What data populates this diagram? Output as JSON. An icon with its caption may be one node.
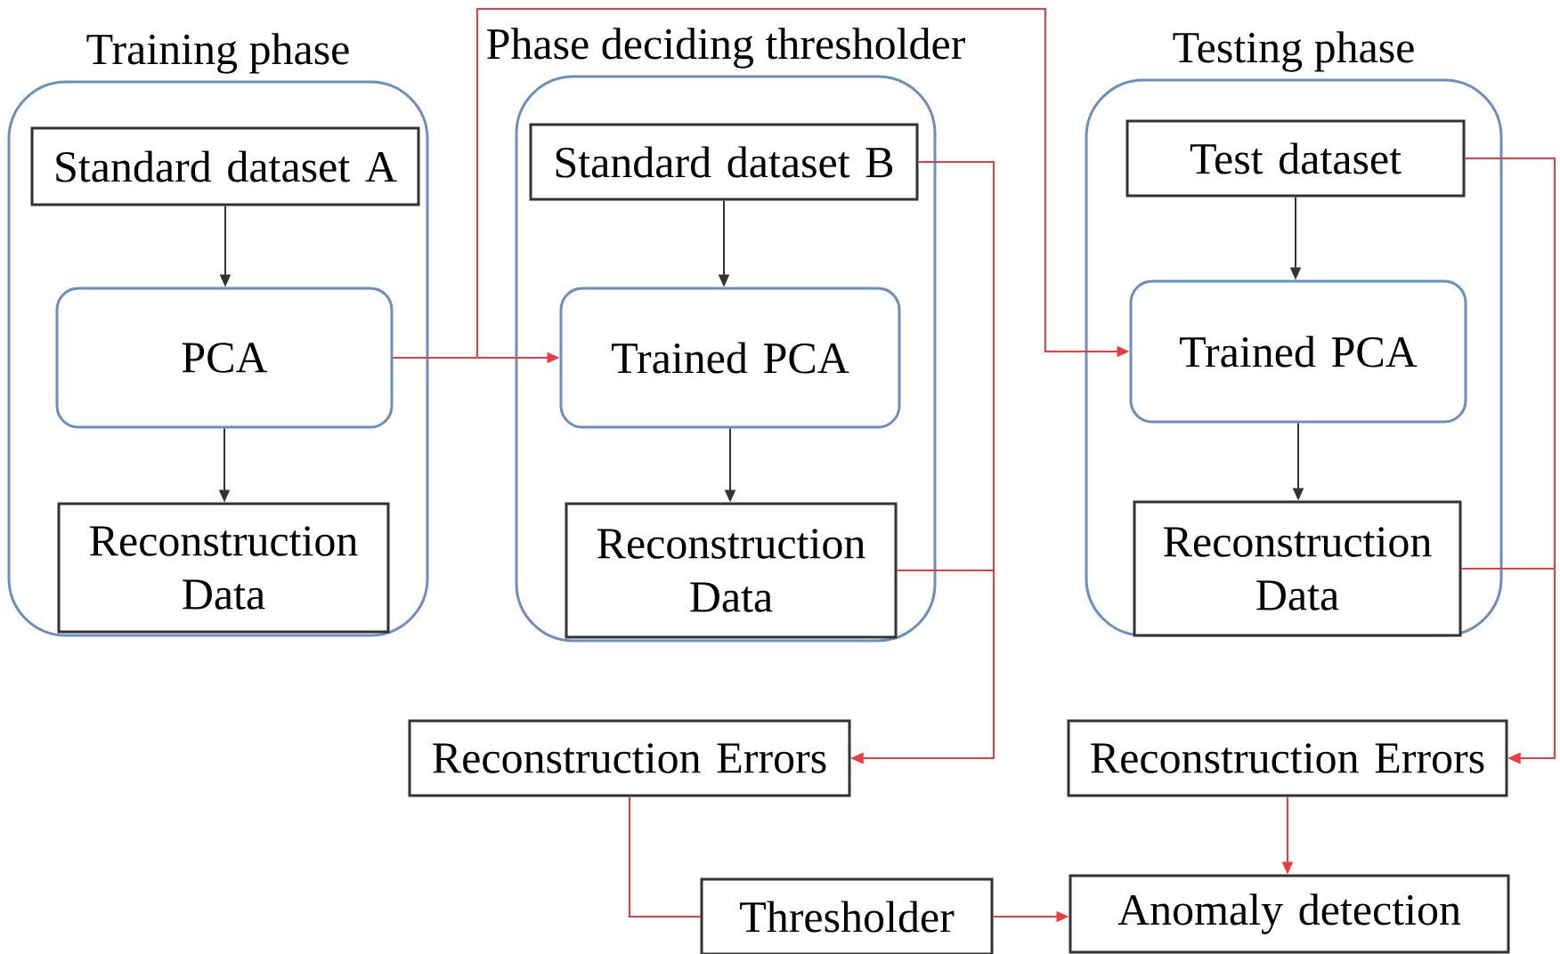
{
  "diagram": {
    "nodes": [
      {
        "text": [
          "Training phase"
        ]
      },
      {
        "text": [
          "Standard dataset A"
        ],
        "in": 0
      },
      {
        "text": [
          "PCA"
        ],
        "in": 0
      },
      {
        "text": [
          "Reconstruction Data"
        ],
        "in": 0
      },
      {
        "text": [
          "Phase deciding thresholder"
        ]
      },
      {
        "text": [
          "Standard dataset B"
        ],
        "in": 4
      },
      {
        "text": [
          "Trained PCA"
        ],
        "in": 4
      },
      {
        "text": [
          "Reconstruction Data"
        ],
        "in": 4
      },
      {
        "text": [
          "Testing phase"
        ]
      },
      {
        "text": [
          "Test dataset"
        ],
        "in": 8
      },
      {
        "text": [
          "Trained PCA"
        ],
        "in": 8
      },
      {
        "text": [
          "Reconstruction Data"
        ],
        "in": 8
      },
      {
        "text": [
          "Reconstruction Errors"
        ]
      },
      {
        "text": [
          "Reconstruction Errors"
        ]
      },
      {
        "text": [
          "Thresholder"
        ]
      },
      {
        "text": [
          "Anomaly detection"
        ]
      }
    ],
    "edges": [
      {
        "from": 1,
        "to": 2,
        "arrow": "to",
        "color": "#333333"
      },
      {
        "from": 2,
        "to": 3,
        "arrow": "to",
        "color": "#333333"
      },
      {
        "from": 2,
        "to": 6,
        "arrow": "to"
      },
      {
        "from": 2,
        "to": 10,
        "arrow": "to"
      },
      {
        "from": 5,
        "to": 6,
        "arrow": "to",
        "color": "#333333"
      },
      {
        "from": 6,
        "to": 7,
        "arrow": "to",
        "color": "#333333"
      },
      {
        "from": 5,
        "to": 12,
        "arrow": "to"
      },
      {
        "from": 7,
        "to": 12,
        "arrow": "to"
      },
      {
        "from": 9,
        "to": 10,
        "arrow": "to",
        "color": "#333333"
      },
      {
        "from": 10,
        "to": 11,
        "arrow": "to",
        "color": "#333333"
      },
      {
        "from": 9,
        "to": 13,
        "arrow": "to"
      },
      {
        "from": 11,
        "to": 13,
        "arrow": "to"
      },
      {
        "from": 12,
        "to": 14,
        "arrow": "none"
      },
      {
        "from": 14,
        "to": 15,
        "arrow": "to"
      },
      {
        "from": 13,
        "to": 15,
        "arrow": "to"
      }
    ]
  }
}
